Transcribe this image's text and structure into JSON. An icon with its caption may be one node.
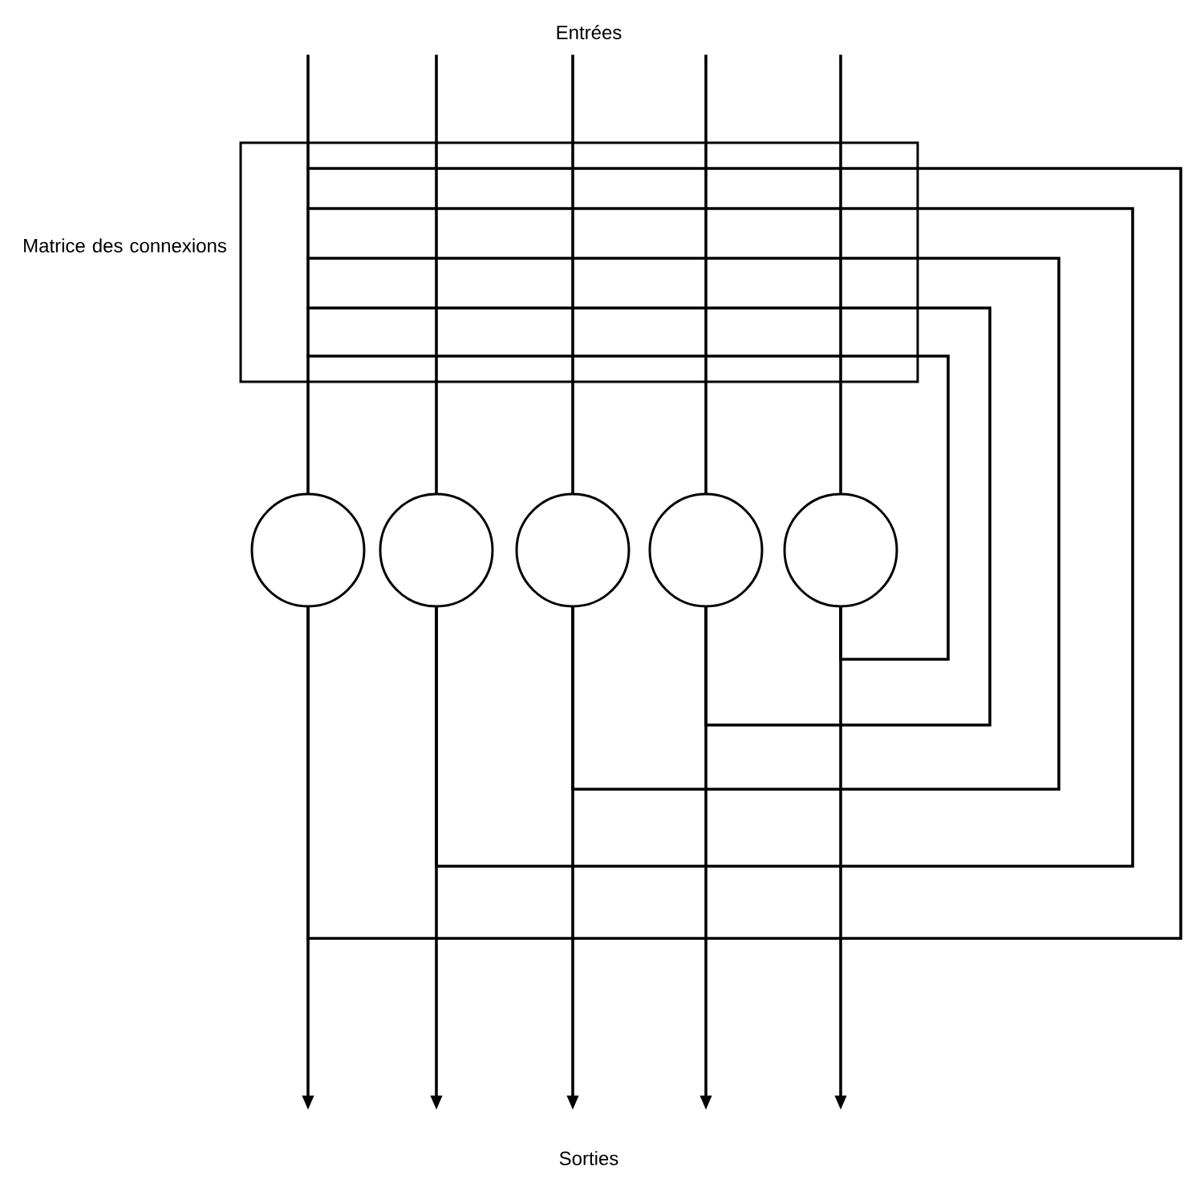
{
  "diagram": {
    "nodes": [
      {
        "text": [
          "Matrice des connexions"
        ]
      },
      {
        "text": [],
        "shape": "circle"
      },
      {
        "text": [],
        "shape": "circle"
      },
      {
        "text": [],
        "shape": "circle"
      },
      {
        "text": [],
        "shape": "circle"
      },
      {
        "text": [],
        "shape": "circle"
      }
    ],
    "edges": [
      {
        "from": null,
        "to": 1,
        "arrow": "none"
      },
      {
        "from": null,
        "to": 2,
        "arrow": "none"
      },
      {
        "from": null,
        "to": 3,
        "arrow": "none"
      },
      {
        "from": null,
        "to": 4,
        "arrow": "none"
      },
      {
        "from": null,
        "to": 5,
        "arrow": "none"
      },
      {
        "from": 1,
        "to": null,
        "arrow": "to"
      },
      {
        "from": 2,
        "to": null,
        "arrow": "to"
      },
      {
        "from": 3,
        "to": null,
        "arrow": "to"
      },
      {
        "from": 4,
        "to": null,
        "arrow": "to"
      },
      {
        "from": 5,
        "to": null,
        "arrow": "to"
      },
      {
        "from": 1,
        "to": 0,
        "arrow": "none"
      },
      {
        "from": 2,
        "to": 0,
        "arrow": "none"
      },
      {
        "from": 3,
        "to": 0,
        "arrow": "none"
      },
      {
        "from": 4,
        "to": 0,
        "arrow": "none"
      },
      {
        "from": 5,
        "to": 0,
        "arrow": "none"
      }
    ],
    "labels": [
      "Entrées",
      "Sorties"
    ]
  }
}
